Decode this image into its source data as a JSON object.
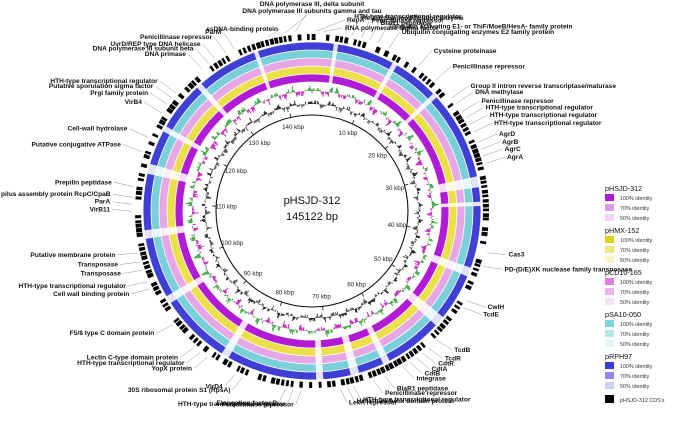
{
  "plasmid": {
    "name": "pHSJD-312",
    "size": "145122 bp"
  },
  "ticks": [
    "10 kbp",
    "20 kbp",
    "30 kbp",
    "40 kbp",
    "50 kbp",
    "60 kbp",
    "70 kbp",
    "80 kbp",
    "90 kbp",
    "100 kbp",
    "110 kbp",
    "120 kbp",
    "130 kbp",
    "140 kbp"
  ],
  "rings": [
    {
      "name": "pRPH97",
      "color": "#3f3fd6"
    },
    {
      "name": "pSA10-050",
      "color": "#7ad0d8"
    },
    {
      "name": "pCD10-165",
      "color": "#e7a6e6"
    },
    {
      "name": "pHMX-152",
      "color": "#ece04a"
    },
    {
      "name": "pHSJD-312",
      "color": "#b21bd6"
    }
  ],
  "legend": [
    {
      "name": "pHSJD-312",
      "items": [
        {
          "label": "100% identity",
          "color": "#b21bd6"
        },
        {
          "label": "70% identity",
          "color": "#d99ae8"
        },
        {
          "label": "50% identity",
          "color": "#f0d6f5"
        }
      ]
    },
    {
      "name": "pHMX-152",
      "items": [
        {
          "label": "100% identity",
          "color": "#ddd11f"
        },
        {
          "label": "70% identity",
          "color": "#ece77f"
        },
        {
          "label": "50% identity",
          "color": "#f7f4c8"
        }
      ]
    },
    {
      "name": "pCD10-165",
      "items": [
        {
          "label": "100% identity",
          "color": "#e07ee0"
        },
        {
          "label": "70% identity",
          "color": "#eeb3ee"
        },
        {
          "label": "50% identity",
          "color": "#f8e0f8"
        }
      ]
    },
    {
      "name": "pSA10-050",
      "items": [
        {
          "label": "100% identity",
          "color": "#7fd3dc"
        },
        {
          "label": "70% identity",
          "color": "#b5e6ea"
        },
        {
          "label": "50% identity",
          "color": "#e2f5f6"
        }
      ]
    },
    {
      "name": "pRPH97",
      "items": [
        {
          "label": "100% identity",
          "color": "#3a3ad6"
        },
        {
          "label": "70% identity",
          "color": "#8c8ce8"
        },
        {
          "label": "50% identity",
          "color": "#cfcff6"
        }
      ]
    }
  ],
  "cds_legend": "pHSJD-312 CDS's",
  "genes": [
    {
      "label": "DNA polymerase III, delta subunit",
      "side": "L",
      "kb": 143.0
    },
    {
      "label": "DNA polymerase III subunits gamma and tau",
      "side": "L",
      "kb": 141.7
    },
    {
      "label": "ssDNA-binding protein",
      "side": "L",
      "kb": 139.5
    },
    {
      "label": "RepA",
      "side": "R",
      "kb": 0.6
    },
    {
      "label": "RNA polymerase sigma factor",
      "side": "R",
      "kb": 1.5
    },
    {
      "label": "ParM",
      "side": "L",
      "kb": 134.8
    },
    {
      "label": "Penicillinase repressor",
      "side": "L",
      "kb": 133.6
    },
    {
      "label": "UvrD/REP type DNA helicase",
      "side": "L",
      "kb": 132.0
    },
    {
      "label": "DNA polymerase III subunit beta",
      "side": "L",
      "kb": 131.0
    },
    {
      "label": "DNA primase",
      "side": "L",
      "kb": 129.9
    },
    {
      "label": "HTH-type transcriptional regulator",
      "side": "R",
      "kb": 4.3
    },
    {
      "label": "Restriction-modification enzyme",
      "side": "R",
      "kb": 5.2
    },
    {
      "label": "Penicillinase repressor",
      "side": "R",
      "kb": 6.4
    },
    {
      "label": "BlaR1 peptidase",
      "side": "R",
      "kb": 7.5
    },
    {
      "label": "Ubiquitin activating E1- or ThiF/MoeB/HesA- family protein",
      "side": "R",
      "kb": 8.6
    },
    {
      "label": "Ubiquitin conjugating enzymes E2 family protein",
      "side": "R",
      "kb": 10.2
    },
    {
      "label": "HTH-type transcriptional regulator",
      "side": "L",
      "kb": 125.3
    },
    {
      "label": "Putative sporulation sigma factor",
      "side": "L",
      "kb": 124.5
    },
    {
      "label": "PrgI family protein",
      "side": "L",
      "kb": 123.5
    },
    {
      "label": "VirB4",
      "side": "L",
      "kb": 122.2
    },
    {
      "label": "Cysteine proteinase",
      "side": "R",
      "kb": 14.6
    },
    {
      "label": "Penicillinase repressor",
      "side": "R",
      "kb": 17.5
    },
    {
      "label": "Cell-wall hydrolase",
      "side": "L",
      "kb": 118.6
    },
    {
      "label": "Putative conjugative ATPase",
      "side": "L",
      "kb": 116.6
    },
    {
      "label": "Group II intron reverse transcriptase/maturase",
      "side": "R",
      "kb": 20.6
    },
    {
      "label": "DNA methylase",
      "side": "R",
      "kb": 21.5
    },
    {
      "label": "Penicillinase repressor",
      "side": "R",
      "kb": 22.8
    },
    {
      "label": "HTH-type transcriptional regulator",
      "side": "R",
      "kb": 23.7
    },
    {
      "label": "HTH-type transcriptional regulator",
      "side": "R",
      "kb": 24.7
    },
    {
      "label": "HTH-type transcriptional regulator",
      "side": "R",
      "kb": 25.8
    },
    {
      "label": "AgrD",
      "side": "R",
      "kb": 27.2
    },
    {
      "label": "AgrB",
      "side": "R",
      "kb": 28.2
    },
    {
      "label": "AgrC",
      "side": "R",
      "kb": 29.1
    },
    {
      "label": "AgrA",
      "side": "R",
      "kb": 30.1
    },
    {
      "label": "Prepilin peptidase",
      "side": "L",
      "kb": 112.0
    },
    {
      "label": "Flp pilus assembly protein RcpC/CpaB",
      "side": "L",
      "kb": 110.6
    },
    {
      "label": "ParA",
      "side": "L",
      "kb": 109.7
    },
    {
      "label": "VirB11",
      "side": "L",
      "kb": 108.8
    },
    {
      "label": "Putative membrane protein",
      "side": "L",
      "kb": 103.4
    },
    {
      "label": "Transposase",
      "side": "L",
      "kb": 102.2
    },
    {
      "label": "Transposase",
      "side": "L",
      "kb": 101.1
    },
    {
      "label": "HTH-type transcriptional regulator",
      "side": "L",
      "kb": 99.5
    },
    {
      "label": "Cell wall binding protein",
      "side": "L",
      "kb": 98.5
    },
    {
      "label": "Cas3",
      "side": "R",
      "kb": 41.7
    },
    {
      "label": "PD-(D/E)XK nuclease family transposase",
      "side": "R",
      "kb": 43.5
    },
    {
      "label": "CwlH",
      "side": "R",
      "kb": 48.4
    },
    {
      "label": "TcdE",
      "side": "R",
      "kb": 49.4
    },
    {
      "label": "F5/8 type C domain protein",
      "side": "L",
      "kb": 93.0
    },
    {
      "label": "TcdB",
      "side": "R",
      "kb": 54.8
    },
    {
      "label": "TcdR",
      "side": "R",
      "kb": 56.3
    },
    {
      "label": "CdtR",
      "side": "R",
      "kb": 57.3
    },
    {
      "label": "CdtA",
      "side": "R",
      "kb": 58.3
    },
    {
      "label": "CdtB",
      "side": "R",
      "kb": 59.3
    },
    {
      "label": "Integrase",
      "side": "R",
      "kb": 60.4
    },
    {
      "label": "Lectin C-type domain protein",
      "side": "L",
      "kb": 89.0
    },
    {
      "label": "HTH-type transcriptional regulator",
      "side": "L",
      "kb": 88.0
    },
    {
      "label": "YopX protein",
      "side": "L",
      "kb": 86.9
    },
    {
      "label": "BlaR1 peptidase",
      "side": "R",
      "kb": 63.0
    },
    {
      "label": "Penicillinase repressor",
      "side": "R",
      "kb": 64.5
    },
    {
      "label": "VirD4",
      "side": "L",
      "kb": 82.7
    },
    {
      "label": "30S ribosomal protein S1 (RpsA)",
      "side": "L",
      "kb": 81.7
    },
    {
      "label": "HTH-type transcriptional regulator",
      "side": "R",
      "kb": 67.2
    },
    {
      "label": "Helix-turn-helix domain protein",
      "side": "R",
      "kb": 68.0
    },
    {
      "label": "LexA repressor",
      "side": "R",
      "kb": 68.9
    },
    {
      "label": "Elongation factor P",
      "side": "L",
      "kb": 76.0
    },
    {
      "label": "HTH-type transcriptional regulator",
      "side": "L",
      "kb": 75.0
    },
    {
      "label": "Penicillinase repressor",
      "side": "L",
      "kb": 74.0
    }
  ]
}
